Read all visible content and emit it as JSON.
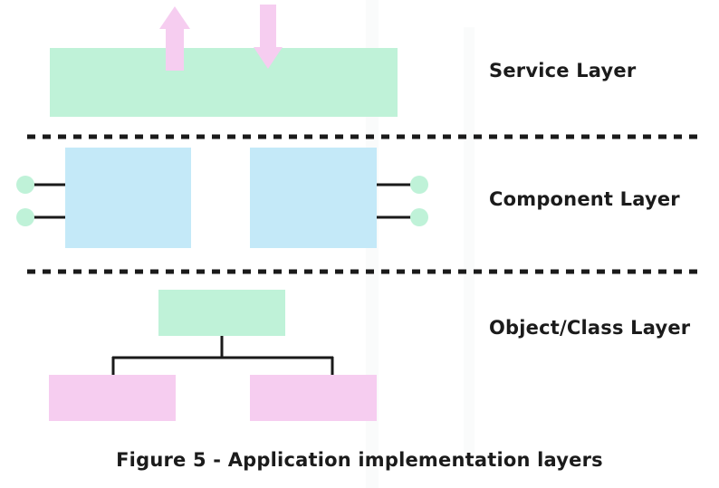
{
  "layers": [
    {
      "label": "Service Layer"
    },
    {
      "label": "Component Layer"
    },
    {
      "label": "Object/Class Layer"
    }
  ],
  "caption": "Figure 5 - Application implementation layers",
  "colors": {
    "service_box": "#bff2d8",
    "component_box": "#c4e9f8",
    "object_parent": "#bff2d8",
    "object_child": "#f6cdf0",
    "arrow": "#f6cdf0",
    "connector": "#1a1a1a",
    "port_dot": "#bff2d8",
    "divider": "#1a1a1a",
    "text": "#1b1b1b"
  }
}
